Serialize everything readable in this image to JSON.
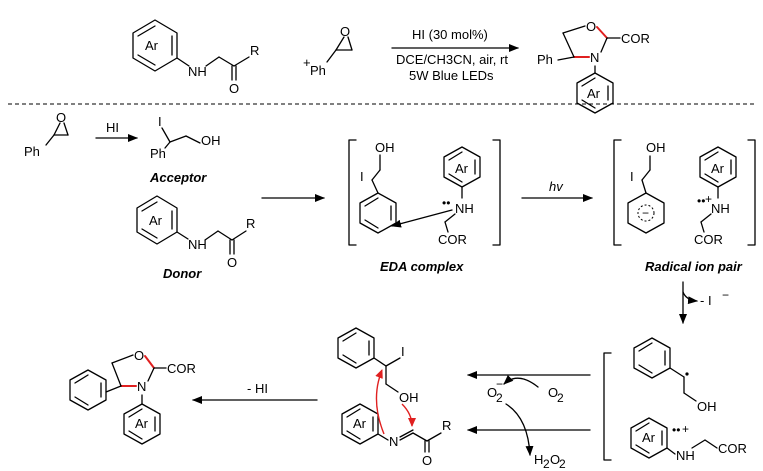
{
  "top_reaction": {
    "conditions_line1": "HI (30 mol%)",
    "conditions_line2": "DCE/CH3CN, air, rt",
    "conditions_line3": "5W Blue LEDs",
    "plus": "+"
  },
  "atoms": {
    "Ar": "Ar",
    "Ph": "Ph",
    "NH": "NH",
    "N": "N",
    "O": "O",
    "R": "R",
    "I": "I",
    "OH": "OH",
    "COR": "COR",
    "Iminus": "- I",
    "HI": "HI",
    "minusHI": "- HI",
    "O2": "O",
    "O2radical": "O",
    "H2O2": "H",
    "hv": "hv",
    "charge_minus": "−",
    "charge_plus": "+",
    "sub2": "2",
    "dots": "••"
  },
  "labels": {
    "acceptor": "Acceptor",
    "donor": "Donor",
    "eda": "EDA complex",
    "radical_pair": "Radical ion pair"
  }
}
